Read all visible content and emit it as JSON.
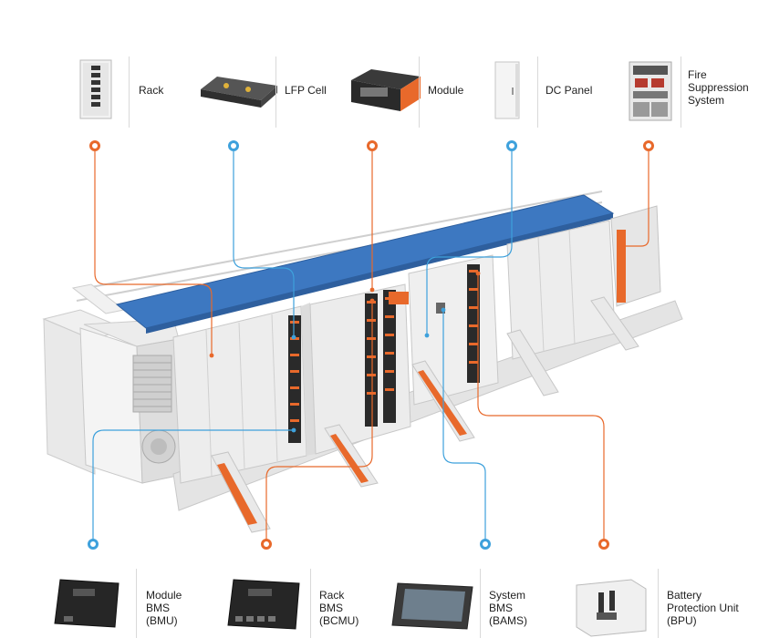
{
  "top_components": [
    {
      "name": "Rack",
      "icon": "rack-icon",
      "line_color": "#e8692b"
    },
    {
      "name": "LFP Cell",
      "icon": "lfp-cell-icon",
      "line_color": "#3ea1dc"
    },
    {
      "name": "Module",
      "icon": "module-icon",
      "line_color": "#e8692b"
    },
    {
      "name": "DC Panel",
      "icon": "dc-panel-icon",
      "line_color": "#3ea1dc"
    },
    {
      "name_lines": [
        "Fire",
        "Suppression",
        "System"
      ],
      "icon": "fire-suppression-icon",
      "line_color": "#e8692b"
    }
  ],
  "bottom_components": [
    {
      "name_lines": [
        "Module",
        "BMS",
        "(BMU)"
      ],
      "icon": "module-bms-icon",
      "line_color": "#3ea1dc"
    },
    {
      "name_lines": [
        "Rack",
        "BMS",
        "(BCMU)"
      ],
      "icon": "rack-bms-icon",
      "line_color": "#e8692b"
    },
    {
      "name_lines": [
        "System",
        "BMS",
        "(BAMS)"
      ],
      "icon": "system-bms-icon",
      "line_color": "#3ea1dc"
    },
    {
      "name_lines": [
        "Battery",
        "Protection Unit",
        "(BPU)"
      ],
      "icon": "bpu-icon",
      "line_color": "#e8692b"
    }
  ],
  "colors": {
    "orange": "#e8692b",
    "blue": "#3ea1dc",
    "roof": "#3d78c1"
  }
}
